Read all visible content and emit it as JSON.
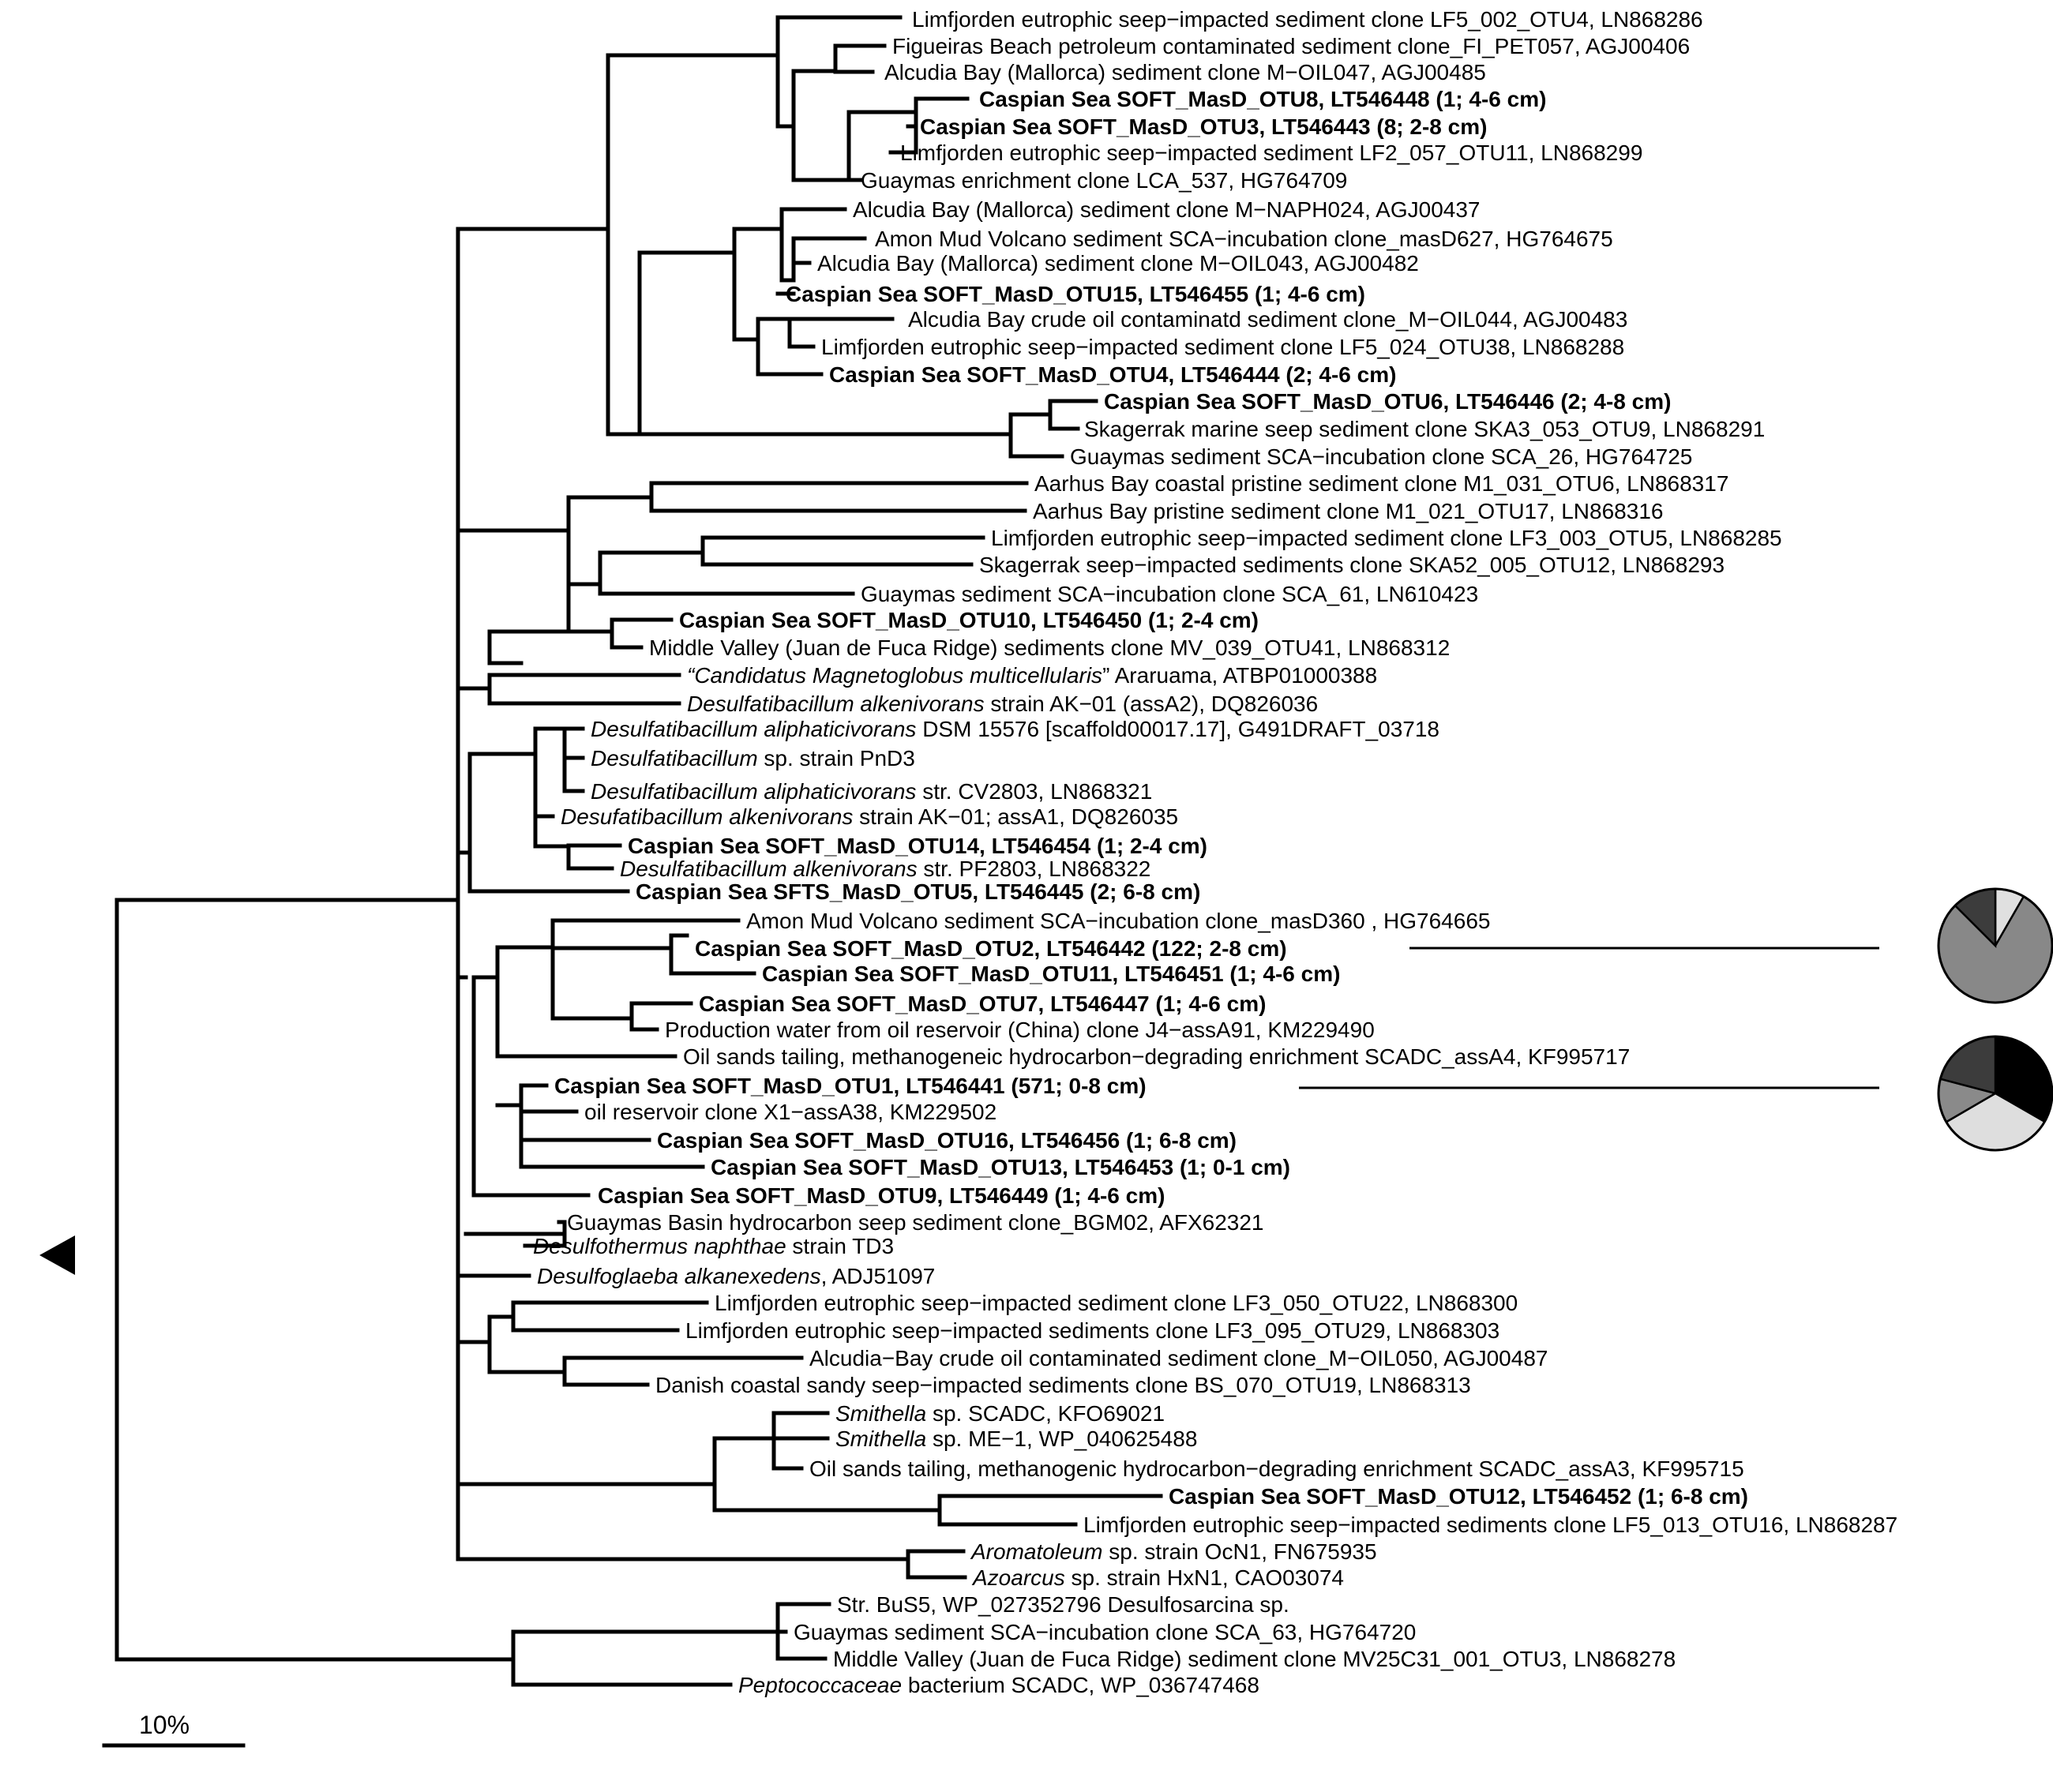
{
  "labels": [
    {
      "id": "t1",
      "segs": [
        {
          "t": "Limfjorden eutrophic seep−impacted sediment clone LF5_002_OTU4, LN868286"
        }
      ]
    },
    {
      "id": "t2",
      "segs": [
        {
          "t": "Figueiras Beach petroleum contaminated sediment clone_FI_PET057, AGJ00406"
        }
      ]
    },
    {
      "id": "t3",
      "segs": [
        {
          "t": "Alcudia Bay (Mallorca) sediment clone M−OIL047, AGJ00485"
        }
      ]
    },
    {
      "id": "t4",
      "bold": true,
      "segs": [
        {
          "t": "Caspian Sea SOFT_MasD_OTU8, LT546448 (1; 4-6 cm)"
        }
      ]
    },
    {
      "id": "t5",
      "bold": true,
      "segs": [
        {
          "t": "Caspian Sea SOFT_MasD_OTU3, LT546443 (8; 2-8 cm)"
        }
      ]
    },
    {
      "id": "t6",
      "segs": [
        {
          "t": "Limfjorden eutrophic seep−impacted sediment LF2_057_OTU11, LN868299"
        }
      ]
    },
    {
      "id": "t7",
      "segs": [
        {
          "t": "Guaymas enrichment clone LCA_537, HG764709"
        }
      ]
    },
    {
      "id": "t8",
      "segs": [
        {
          "t": "Alcudia Bay (Mallorca) sediment clone M−NAPH024, AGJ00437"
        }
      ]
    },
    {
      "id": "t9",
      "segs": [
        {
          "t": "Amon Mud Volcano sediment SCA−incubation clone_masD627, HG764675"
        }
      ]
    },
    {
      "id": "t10",
      "segs": [
        {
          "t": "Alcudia Bay (Mallorca) sediment clone M−OIL043, AGJ00482"
        }
      ]
    },
    {
      "id": "t11",
      "bold": true,
      "segs": [
        {
          "t": "Caspian Sea SOFT_MasD_OTU15, LT546455 (1; 4-6 cm)"
        }
      ]
    },
    {
      "id": "t12",
      "segs": [
        {
          "t": "Alcudia Bay crude oil contaminatd sediment clone_M−OIL044, AGJ00483"
        }
      ]
    },
    {
      "id": "t13",
      "segs": [
        {
          "t": "Limfjorden eutrophic seep−impacted sediment clone LF5_024_OTU38, LN868288"
        }
      ]
    },
    {
      "id": "t14",
      "bold": true,
      "segs": [
        {
          "t": "Caspian Sea SOFT_MasD_OTU4, LT546444 (2; 4-6 cm)"
        }
      ]
    },
    {
      "id": "t15",
      "bold": true,
      "segs": [
        {
          "t": "Caspian Sea SOFT_MasD_OTU6, LT546446 (2; 4-8 cm)"
        }
      ]
    },
    {
      "id": "t16",
      "segs": [
        {
          "t": "Skagerrak marine seep sediment clone SKA3_053_OTU9, LN868291"
        }
      ]
    },
    {
      "id": "t17",
      "segs": [
        {
          "t": "Guaymas sediment SCA−incubation clone SCA_26, HG764725"
        }
      ]
    },
    {
      "id": "t18",
      "segs": [
        {
          "t": "Aarhus Bay coastal pristine sediment clone M1_031_OTU6, LN868317"
        }
      ]
    },
    {
      "id": "t19",
      "segs": [
        {
          "t": "Aarhus Bay pristine sediment clone M1_021_OTU17, LN868316"
        }
      ]
    },
    {
      "id": "t20",
      "segs": [
        {
          "t": "Limfjorden eutrophic seep−impacted sediment clone LF3_003_OTU5, LN868285"
        }
      ]
    },
    {
      "id": "t21",
      "segs": [
        {
          "t": "Skagerrak seep−impacted sediments clone SKA52_005_OTU12, LN868293"
        }
      ]
    },
    {
      "id": "t22",
      "segs": [
        {
          "t": "Guaymas sediment SCA−incubation clone SCA_61, LN610423"
        }
      ]
    },
    {
      "id": "t23",
      "bold": true,
      "segs": [
        {
          "t": "Caspian Sea SOFT_MasD_OTU10, LT546450 (1; 2-4 cm)"
        }
      ]
    },
    {
      "id": "t24",
      "segs": [
        {
          "t": "Middle Valley (Juan de Fuca Ridge) sediments clone MV_039_OTU41, LN868312"
        }
      ]
    },
    {
      "id": "t25",
      "segs": [
        {
          "t": "“Candidatus",
          "i": true
        },
        {
          "t": " Magnetoglobus multicellularis",
          "i": true
        },
        {
          "t": "” Araruama, ATBP01000388"
        }
      ]
    },
    {
      "id": "t26",
      "segs": [
        {
          "t": "Desulfatibacillum alkenivorans",
          "i": true
        },
        {
          "t": " strain AK−01 (assA2), DQ826036"
        }
      ]
    },
    {
      "id": "t27",
      "segs": [
        {
          "t": "Desulfatibacillum aliphaticivorans",
          "i": true
        },
        {
          "t": " DSM 15576 [scaffold00017.17], G491DRAFT_03718"
        }
      ]
    },
    {
      "id": "t28",
      "segs": [
        {
          "t": "Desulfatibacillum",
          "i": true
        },
        {
          "t": " sp. strain PnD3"
        }
      ]
    },
    {
      "id": "t29",
      "segs": [
        {
          "t": "Desulfatibacillum aliphaticivorans",
          "i": true
        },
        {
          "t": " str. CV2803, LN868321"
        }
      ]
    },
    {
      "id": "t30",
      "segs": [
        {
          "t": "Desufatibacillum alkenivorans",
          "i": true
        },
        {
          "t": " strain AK−01; assA1, DQ826035"
        }
      ]
    },
    {
      "id": "t31",
      "bold": true,
      "segs": [
        {
          "t": "Caspian Sea SOFT_MasD_OTU14, LT546454 (1; 2-4 cm)"
        }
      ]
    },
    {
      "id": "t32",
      "segs": [
        {
          "t": "Desulfatibacillum alkenivorans",
          "i": true
        },
        {
          "t": " str. PF2803, LN868322"
        }
      ]
    },
    {
      "id": "t33",
      "bold": true,
      "segs": [
        {
          "t": "Caspian Sea SFTS_MasD_OTU5, LT546445 (2; 6-8 cm)"
        }
      ]
    },
    {
      "id": "t34",
      "segs": [
        {
          "t": "Amon Mud Volcano sediment SCA−incubation clone_masD360 , HG764665"
        }
      ]
    },
    {
      "id": "t35",
      "bold": true,
      "segs": [
        {
          "t": "Caspian Sea SOFT_MasD_OTU2, LT546442 (122; 2-8 cm)"
        }
      ]
    },
    {
      "id": "t36",
      "bold": true,
      "segs": [
        {
          "t": "Caspian Sea SOFT_MasD_OTU11, LT546451 (1; 4-6 cm)"
        }
      ]
    },
    {
      "id": "t37",
      "bold": true,
      "segs": [
        {
          "t": "Caspian Sea SOFT_MasD_OTU7, LT546447 (1; 4-6 cm)"
        }
      ]
    },
    {
      "id": "t38",
      "segs": [
        {
          "t": "Production water from oil reservoir (China) clone J4−assA91, KM229490"
        }
      ]
    },
    {
      "id": "t39",
      "segs": [
        {
          "t": "Oil sands tailing, methanogeneic hydrocarbon−degrading enrichment SCADC_assA4, KF995717"
        }
      ]
    },
    {
      "id": "t40",
      "bold": true,
      "segs": [
        {
          "t": "Caspian Sea SOFT_MasD_OTU1, LT546441 (571; 0-8 cm)"
        }
      ]
    },
    {
      "id": "t41",
      "segs": [
        {
          "t": "oil reservoir clone X1−assA38, KM229502"
        }
      ]
    },
    {
      "id": "t42",
      "bold": true,
      "segs": [
        {
          "t": "Caspian Sea SOFT_MasD_OTU16, LT546456 (1; 6-8 cm)"
        }
      ]
    },
    {
      "id": "t43",
      "bold": true,
      "segs": [
        {
          "t": "Caspian Sea SOFT_MasD_OTU13, LT546453 (1; 0-1 cm)"
        }
      ]
    },
    {
      "id": "t44",
      "bold": true,
      "segs": [
        {
          "t": "Caspian Sea SOFT_MasD_OTU9, LT546449 (1; 4-6 cm)"
        }
      ]
    },
    {
      "id": "t45",
      "segs": [
        {
          "t": "Guaymas Basin hydrocarbon seep sediment clone_BGM02, AFX62321"
        }
      ]
    },
    {
      "id": "t46",
      "segs": [
        {
          "t": "Desulfothermus naphthae",
          "i": true
        },
        {
          "t": " strain TD3"
        }
      ]
    },
    {
      "id": "t47",
      "segs": [
        {
          "t": "Desulfoglaeba alkanexedens",
          "i": true
        },
        {
          "t": ", ADJ51097"
        }
      ]
    },
    {
      "id": "t48",
      "segs": [
        {
          "t": "Limfjorden eutrophic seep−impacted sediment clone LF3_050_OTU22, LN868300"
        }
      ]
    },
    {
      "id": "t49",
      "segs": [
        {
          "t": "Limfjorden eutrophic seep−impacted sediments clone LF3_095_OTU29, LN868303"
        }
      ]
    },
    {
      "id": "t50",
      "segs": [
        {
          "t": "Alcudia−Bay crude oil contaminated sediment clone_M−OIL050, AGJ00487"
        }
      ]
    },
    {
      "id": "t51",
      "segs": [
        {
          "t": "Danish coastal sandy seep−impacted sediments clone BS_070_OTU19, LN868313"
        }
      ]
    },
    {
      "id": "t52",
      "segs": [
        {
          "t": "Smithella",
          "i": true
        },
        {
          "t": " sp. SCADC, KFO69021"
        }
      ]
    },
    {
      "id": "t53",
      "segs": [
        {
          "t": "Smithella",
          "i": true
        },
        {
          "t": " sp. ME−1, WP_040625488"
        }
      ]
    },
    {
      "id": "t54",
      "segs": [
        {
          "t": "Oil sands tailing, methanogenic hydrocarbon−degrading enrichment SCADC_assA3, KF995715"
        }
      ]
    },
    {
      "id": "t55",
      "bold": true,
      "segs": [
        {
          "t": "Caspian Sea SOFT_MasD_OTU12, LT546452 (1; 6-8 cm)"
        }
      ]
    },
    {
      "id": "t56",
      "segs": [
        {
          "t": "Limfjorden eutrophic seep−impacted sediments clone LF5_013_OTU16, LN868287"
        }
      ]
    },
    {
      "id": "t57",
      "segs": [
        {
          "t": "Aromatoleum",
          "i": true
        },
        {
          "t": " sp. strain OcN1, FN675935"
        }
      ]
    },
    {
      "id": "t58",
      "segs": [
        {
          "t": "Azoarcus",
          "i": true
        },
        {
          "t": " sp. strain HxN1, CAO03074"
        }
      ]
    },
    {
      "id": "t59",
      "segs": [
        {
          "t": "Str. BuS5, WP_027352796 Desulfosarcina sp."
        }
      ]
    },
    {
      "id": "t60",
      "segs": [
        {
          "t": "Guaymas sediment SCA−incubation clone SCA_63, HG764720"
        }
      ]
    },
    {
      "id": "t61",
      "segs": [
        {
          "t": "Middle Valley (Juan de Fuca Ridge) sediment clone MV25C31_001_OTU3, LN868278"
        }
      ]
    },
    {
      "id": "t62",
      "segs": [
        {
          "t": "Peptococcaceae",
          "i": true
        },
        {
          "t": " bacterium SCADC, WP_036747468"
        }
      ]
    }
  ],
  "scale_bar": {
    "label": "10%"
  },
  "pie_charts": [
    {
      "id": "pie-otu2",
      "slices": [
        {
          "fraction": 0.083,
          "color": "#e0e0e0"
        },
        {
          "fraction": 0.792,
          "color": "#888888"
        },
        {
          "fraction": 0.125,
          "color": "#3c3c3c"
        }
      ]
    },
    {
      "id": "pie-otu1",
      "slices": [
        {
          "fraction": 0.333,
          "color": "#000000"
        },
        {
          "fraction": 0.333,
          "color": "#dedede"
        },
        {
          "fraction": 0.125,
          "color": "#8a8a8a"
        },
        {
          "fraction": 0.209,
          "color": "#3c3c3c"
        }
      ]
    }
  ],
  "colors": {
    "line": "#000000",
    "background": "#ffffff"
  }
}
